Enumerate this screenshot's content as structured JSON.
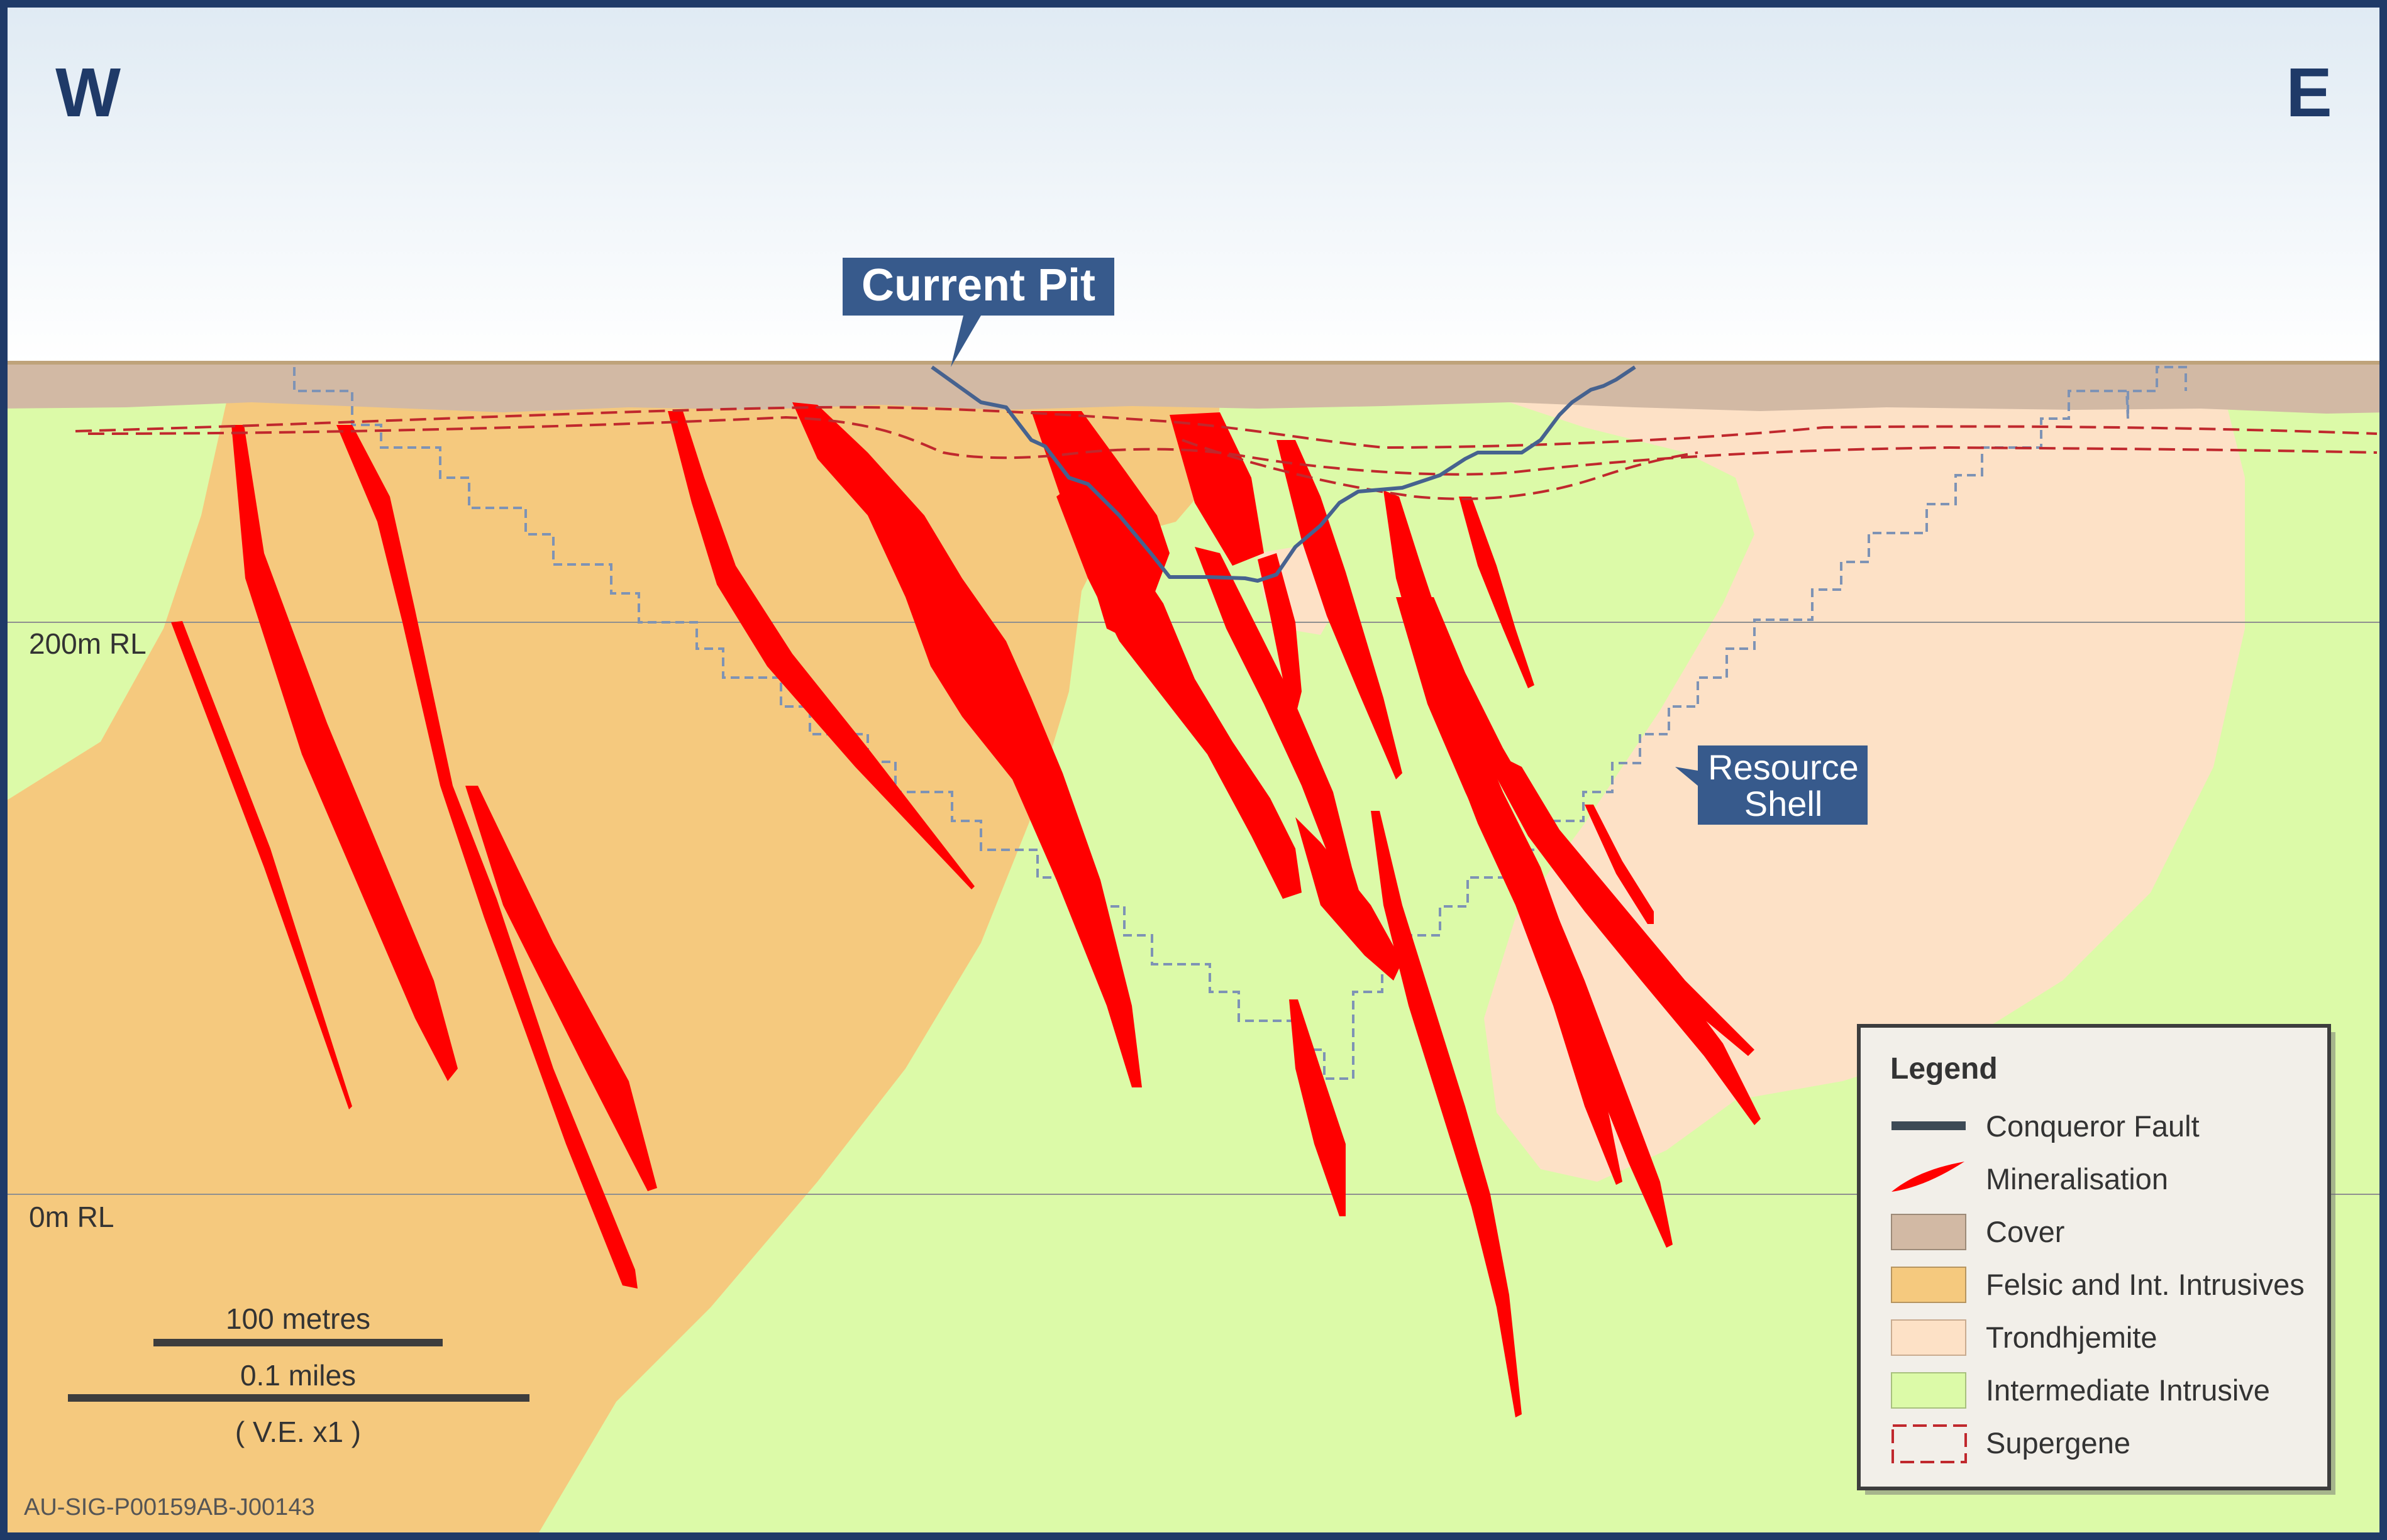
{
  "orientation": {
    "west": "W",
    "east": "E"
  },
  "rl_labels": {
    "upper": "200m RL",
    "lower": "0m RL"
  },
  "callouts": {
    "current_pit": "Current Pit",
    "resource_shell_line1": "Resource",
    "resource_shell_line2": "Shell"
  },
  "scale": {
    "metres": "100 metres",
    "miles": "0.1 miles",
    "vertical_exaggeration": "( V.E. x1 )"
  },
  "figure_code": "AU-SIG-P00159AB-J00143",
  "legend": {
    "title": "Legend",
    "items": [
      {
        "key": "conqueror_fault",
        "label": "Conqueror Fault",
        "color": "#3d4a55"
      },
      {
        "key": "mineralisation",
        "label": "Mineralisation",
        "color": "#ff0000"
      },
      {
        "key": "cover",
        "label": "Cover",
        "color": "#d2b9a4"
      },
      {
        "key": "felsic",
        "label": "Felsic and Int. Intrusives",
        "color": "#f5c97e"
      },
      {
        "key": "trondhjemite",
        "label": "Trondhjemite",
        "color": "#fde1c6"
      },
      {
        "key": "intermediate",
        "label": "Intermediate Intrusive",
        "color": "#dcfaa8"
      },
      {
        "key": "supergene",
        "label": "Supergene",
        "color": "#c0282d"
      }
    ]
  },
  "colors": {
    "frame": "#1f3a68",
    "callout_fill": "#375a8c",
    "pit_line": "#46628f",
    "shell_line": "#7e93b5",
    "sky_top": "#dfeaf3"
  }
}
